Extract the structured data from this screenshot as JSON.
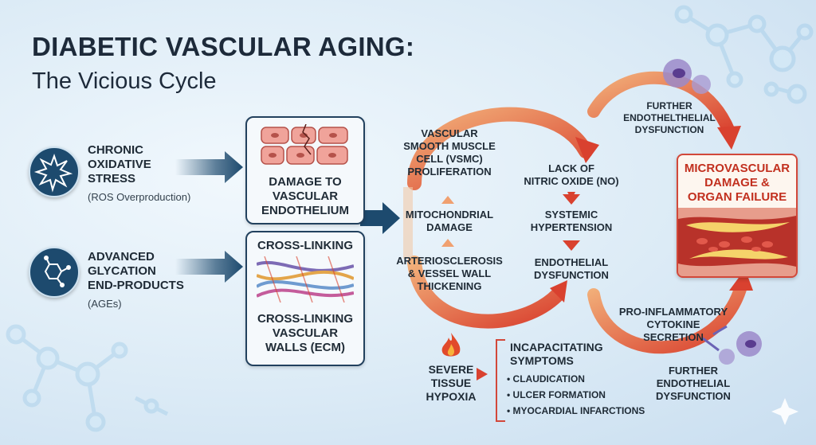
{
  "title": {
    "line1": "DIABETIC VASCULAR AGING:",
    "line2": "The Vicious Cycle"
  },
  "icons": {
    "stress": "starburst-icon",
    "age": "molecule-icon",
    "endothelium": "cells-icon",
    "crosslink": "fibers-icon",
    "hypoxia": "flame-icon",
    "organ": "blood-vessel-icon",
    "cells": "immune-cell-icon"
  },
  "causes": {
    "stress": {
      "title_lines": [
        "CHRONIC",
        "OXIDATIVE",
        "STRESS"
      ],
      "sub": "(ROS Overproduction)"
    },
    "age": {
      "title_lines": [
        "ADVANCED",
        "GLYCATION",
        "END-PRODUCTS"
      ],
      "sub": "(AGEs)"
    }
  },
  "boxes": {
    "endothelium": {
      "lines": [
        "DAMAGE TO",
        "VASCULAR",
        "ENDOTHELIUM"
      ]
    },
    "crosslink": {
      "top": "CROSS-LINKING",
      "lines": [
        "CROSS-LINKING",
        "VASCULAR",
        "WALLS (ECM)"
      ]
    }
  },
  "cycle": {
    "vsmc": [
      "VASCULAR",
      "SMOOTH MUSCLE",
      "CELL (VSMC)",
      "PROLIFERATION"
    ],
    "mito": [
      "MITOCHONDRIAL",
      "DAMAGE"
    ],
    "arterio": [
      "ARTERIOSCLEROSIS",
      "& VESSEL WALL",
      "THICKENING"
    ],
    "no": [
      "LACK OF",
      "NITRIC OXIDE (NO)"
    ],
    "hyper": [
      "SYSTEMIC",
      "HYPERTENSION"
    ],
    "endo": [
      "ENDOTHELIAL",
      "DYSFUNCTION"
    ]
  },
  "right": {
    "further_top": [
      "FURTHER",
      "ENDOTHELTHELIAL",
      "DYSFUNCTION"
    ],
    "outcome": [
      "MICROVASCULAR",
      "DAMAGE &",
      "ORGAN FAILURE"
    ],
    "cytokine": [
      "PRO-INFLAMMATORY",
      "CYTOKINE",
      "SECRETION"
    ],
    "further_bottom": [
      "FURTHER",
      "ENDOTHELIAL",
      "DYSFUNCTION"
    ]
  },
  "hypoxia": [
    "SEVERE",
    "TISSUE",
    "HYPOXIA"
  ],
  "symptoms": {
    "title": [
      "INCAPACITATING",
      "SYMPTOMS"
    ],
    "items": [
      "• CLAUDICATION",
      "• ULCER FORMATION",
      "• MYOCARDIAL INFARCTIONS"
    ]
  },
  "colors": {
    "navy": "#1d4a6e",
    "accent_red": "#d2483a",
    "arrow_orange": "#f0a070"
  }
}
